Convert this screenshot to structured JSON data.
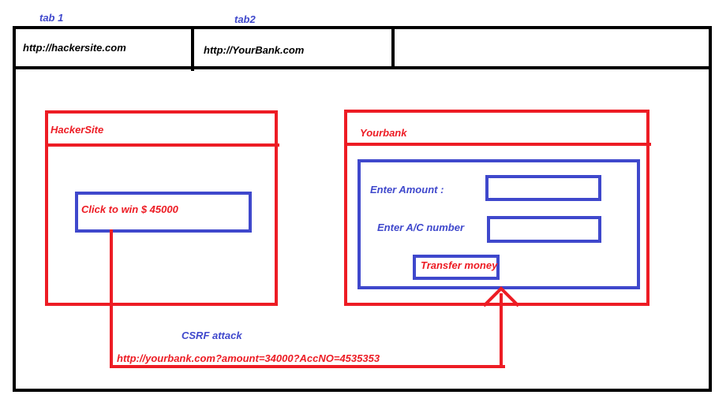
{
  "tabs": [
    {
      "label": "tab 1",
      "url": "http://hackersite.com"
    },
    {
      "label": "tab2",
      "url": "http://YourBank.com"
    }
  ],
  "hacker_site": {
    "title": "HackerSite",
    "button_label": "Click to win $ 45000"
  },
  "bank_site": {
    "title": "Yourbank",
    "amount_label": "Enter Amount  :",
    "account_label": "Enter A/C number",
    "amount_value": "",
    "account_value": "",
    "transfer_button_label": "Transfer money"
  },
  "attack": {
    "label": "CSRF attack",
    "request_url": "http://yourbank.com?amount=34000?AccNO=4535353"
  },
  "colors": {
    "frame": "#000000",
    "red": "#ed1c24",
    "blue": "#3f48cc"
  }
}
